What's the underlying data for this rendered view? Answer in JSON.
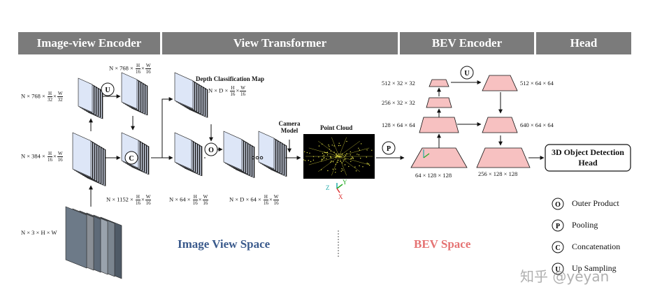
{
  "headers": [
    "Image-view Encoder",
    "View Transformer",
    "BEV Encoder",
    "Head"
  ],
  "encoder_labels": {
    "top": {
      "prefix": "N × 768 ×",
      "f1n": "H",
      "f1d": "16",
      "f2n": "W",
      "f2d": "16"
    },
    "left1": {
      "prefix": "N × 768 ×",
      "f1n": "H",
      "f1d": "32",
      "f2n": "W",
      "f2d": "32"
    },
    "left2": {
      "prefix": "N × 384 ×",
      "f1n": "H",
      "f1d": "16",
      "f2n": "W",
      "f2d": "16"
    },
    "input": "N × 3 × H × W",
    "concat_out": {
      "prefix": "N × 1152 ×",
      "f1n": "H",
      "f1d": "16",
      "f2n": "W",
      "f2d": "16"
    }
  },
  "transformer_labels": {
    "depth_map_title": "Depth Classification Map",
    "depth_map": {
      "prefix": "N × D ×",
      "f1n": "H",
      "f1d": "16",
      "f2n": "W",
      "f2d": "16"
    },
    "context": {
      "prefix": "N × 64 ×",
      "f1n": "H",
      "f1d": "16",
      "f2n": "W",
      "f2d": "16"
    },
    "outer": {
      "prefix": "N × D × 64 ×",
      "f1n": "H",
      "f1d": "16",
      "f2n": "W",
      "f2d": "16"
    },
    "camera_model": "Camera Model",
    "point_cloud": "Point Cloud",
    "axes": {
      "z": "Z",
      "y": "Y",
      "x": "X"
    }
  },
  "bev_labels": {
    "l1": "512 × 32 × 32",
    "l2": "256 × 32 × 32",
    "l3": "128 × 64 × 64",
    "in": "64 × 128 × 128",
    "up": "512 × 64 × 64",
    "cat": "640 × 64 × 64",
    "out": "256 × 128 × 128"
  },
  "head_box": "3D Object Detection Head",
  "ops": {
    "upsample": "U",
    "concat": "C",
    "outer": "O",
    "pool": "P"
  },
  "spaces": {
    "image": "Image View Space",
    "bev": "BEV Space"
  },
  "legend": [
    {
      "symbol": "O",
      "label": "Outer Product"
    },
    {
      "symbol": "P",
      "label": "Pooling"
    },
    {
      "symbol": "C",
      "label": "Concatenation"
    },
    {
      "symbol": "U",
      "label": "Up Sampling"
    }
  ],
  "watermark": "知乎 @yeyan",
  "colors": {
    "header": "#7b7b7b",
    "feature": "#dde6f7",
    "bev": "#f7c1c1",
    "image_space": "#3a5a8c",
    "bev_space": "#e57373"
  }
}
